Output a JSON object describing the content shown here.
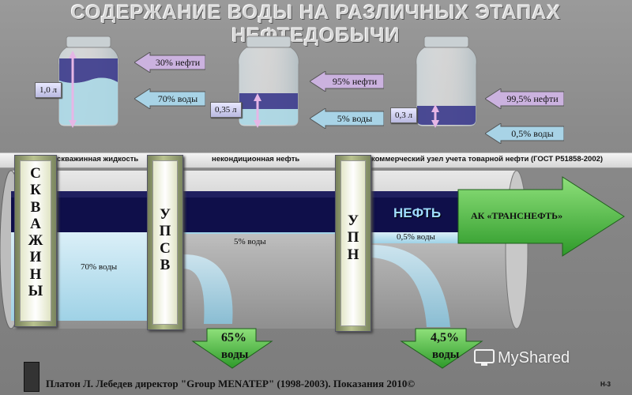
{
  "title": "СОДЕРЖАНИЕ ВОДЫ НА РАЗЛИЧНЫХ ЭТАПАХ НЕФТЕДОБЫЧИ",
  "jars": [
    {
      "volume": "1,0 л",
      "oil": "30% нефти",
      "water": "70% воды"
    },
    {
      "volume": "0,35 л",
      "oil": "95% нефти",
      "water": "5% воды"
    },
    {
      "volume": "0,3 л",
      "oil": "99,5% нефти",
      "water": "0,5% воды"
    }
  ],
  "band": {
    "s1": "скважинная жидкость",
    "s2": "некондиционная нефть",
    "s3": "коммерческий узел учета товарной нефти (ГОСТ Р51858-2002)"
  },
  "pillars": {
    "wells": "СКВАЖИНЫ",
    "upsv": "УПСВ",
    "upn": "УПН"
  },
  "pipe": {
    "water70": "70% воды",
    "water5": "5% воды",
    "water05": "0,5% воды",
    "oil": "НЕФТЬ",
    "dest": "АК «ТРАНСНЕФТЬ»"
  },
  "outflows": [
    {
      "pct": "65%",
      "unit": "воды"
    },
    {
      "pct": "4,5%",
      "unit": "воды"
    }
  ],
  "footer": "Платон Л. Лебедев директор \"Group MENATEP\" (1998-2003). Показания 2010©",
  "page": "Н-3",
  "watermark": "MyShared"
}
